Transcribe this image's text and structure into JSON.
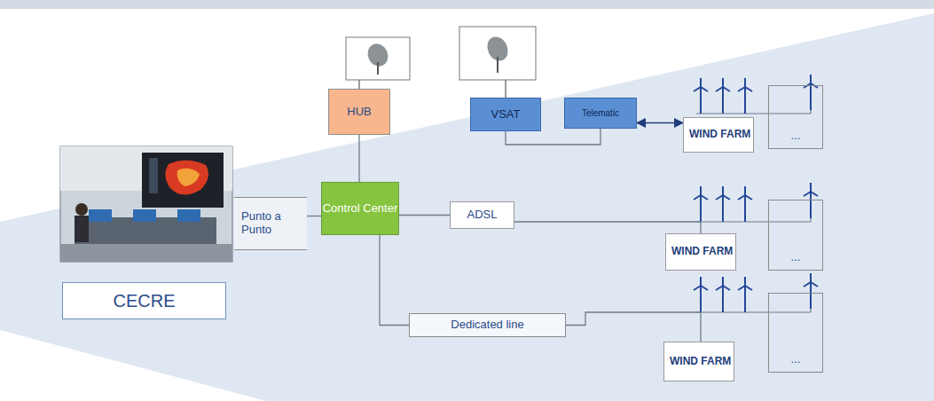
{
  "diagram": {
    "nodes": [
      {
        "text": [
          "HUB"
        ]
      },
      {
        "text": [
          "VSAT"
        ]
      },
      {
        "text": [
          "Telematic"
        ]
      },
      {
        "text": [
          "WIND FARM"
        ]
      },
      {
        "text": [
          "..."
        ]
      },
      {
        "text": [
          "Punto a Punto"
        ]
      },
      {
        "text": [
          "Control Center"
        ]
      },
      {
        "text": [
          "ADSL"
        ]
      },
      {
        "text": [
          "WIND FARM"
        ]
      },
      {
        "text": [
          "..."
        ]
      },
      {
        "text": [
          "CECRE"
        ]
      },
      {
        "text": [
          "Dedicated line"
        ]
      },
      {
        "text": [
          "WIND FARM"
        ]
      },
      {
        "text": [
          "..."
        ]
      }
    ],
    "edges": [
      {
        "from": 6,
        "to": 0,
        "arrow": "none"
      },
      {
        "from": 1,
        "to": 2,
        "arrow": "none"
      },
      {
        "from": 2,
        "to": 3,
        "arrow": "both"
      },
      {
        "from": 5,
        "to": 6,
        "arrow": "none"
      },
      {
        "from": 6,
        "to": 7,
        "arrow": "none"
      },
      {
        "from": 7,
        "to": 8,
        "arrow": "none"
      },
      {
        "from": 6,
        "to": 11,
        "arrow": "none"
      },
      {
        "from": 11,
        "to": 12,
        "arrow": "none"
      }
    ]
  }
}
